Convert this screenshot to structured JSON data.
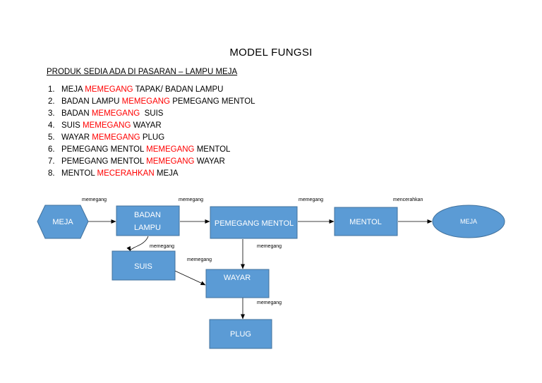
{
  "title": "MODEL FUNGSI",
  "subtitle": "PRODUK SEDIA ADA DI PASARAN – LAMPU MEJA",
  "list": [
    {
      "num": "1.",
      "subject": "MEJA",
      "verb": "MEMEGANG",
      "object": "TAPAK/ BADAN LAMPU"
    },
    {
      "num": "2.",
      "subject": "BADAN LAMPU",
      "verb": "MEMEGANG",
      "object": "PEMEGANG MENTOL"
    },
    {
      "num": "3.",
      "subject": "BADAN",
      "verb": "MEMEGANG",
      "object": " SUIS"
    },
    {
      "num": "4.",
      "subject": "SUIS",
      "verb": "MEMEGANG",
      "object": "WAYAR"
    },
    {
      "num": "5.",
      "subject": "WAYAR",
      "verb": "MEMEGANG",
      "object": "PLUG"
    },
    {
      "num": "6.",
      "subject": "PEMEGANG MENTOL",
      "verb": "MEMEGANG",
      "object": "MENTOL"
    },
    {
      "num": "7.",
      "subject": "PEMEGANG MENTOL",
      "verb": "MEMEGANG",
      "object": "WAYAR"
    },
    {
      "num": "8.",
      "subject": "MENTOL",
      "verb": "MECERAHKAN",
      "object": "MEJA"
    }
  ],
  "colors": {
    "verb": "#ff0000",
    "node_fill": "#5b9bd5",
    "node_stroke": "#41719c"
  },
  "diagram": {
    "nodes": {
      "meja_left": {
        "label": "MEJA",
        "shape": "hexagon"
      },
      "badan_lampu": {
        "label_line1": "BADAN",
        "label_line2": "LAMPU",
        "shape": "rectangle"
      },
      "pemegang_mentol": {
        "label": "PEMEGANG MENTOL",
        "shape": "rectangle"
      },
      "mentol": {
        "label": "MENTOL",
        "shape": "rectangle"
      },
      "meja_right": {
        "label": "MEJA",
        "shape": "ellipse"
      },
      "suis": {
        "label": "SUIS",
        "shape": "rectangle"
      },
      "wayar": {
        "label": "WAYAR",
        "shape": "rectangle"
      },
      "plug": {
        "label": "PLUG",
        "shape": "rectangle"
      }
    },
    "edges": {
      "meja_to_badan": {
        "label": "memegang"
      },
      "badan_to_pemegang": {
        "label": "memegang"
      },
      "pemegang_to_mentol": {
        "label": "memegang"
      },
      "mentol_to_meja": {
        "label": "mencerahkan"
      },
      "badan_to_suis": {
        "label": "memegang"
      },
      "suis_to_wayar": {
        "label": "memegang"
      },
      "pemegang_to_wayar": {
        "label": "memegang"
      },
      "wayar_to_plug": {
        "label": "memegang"
      }
    }
  }
}
